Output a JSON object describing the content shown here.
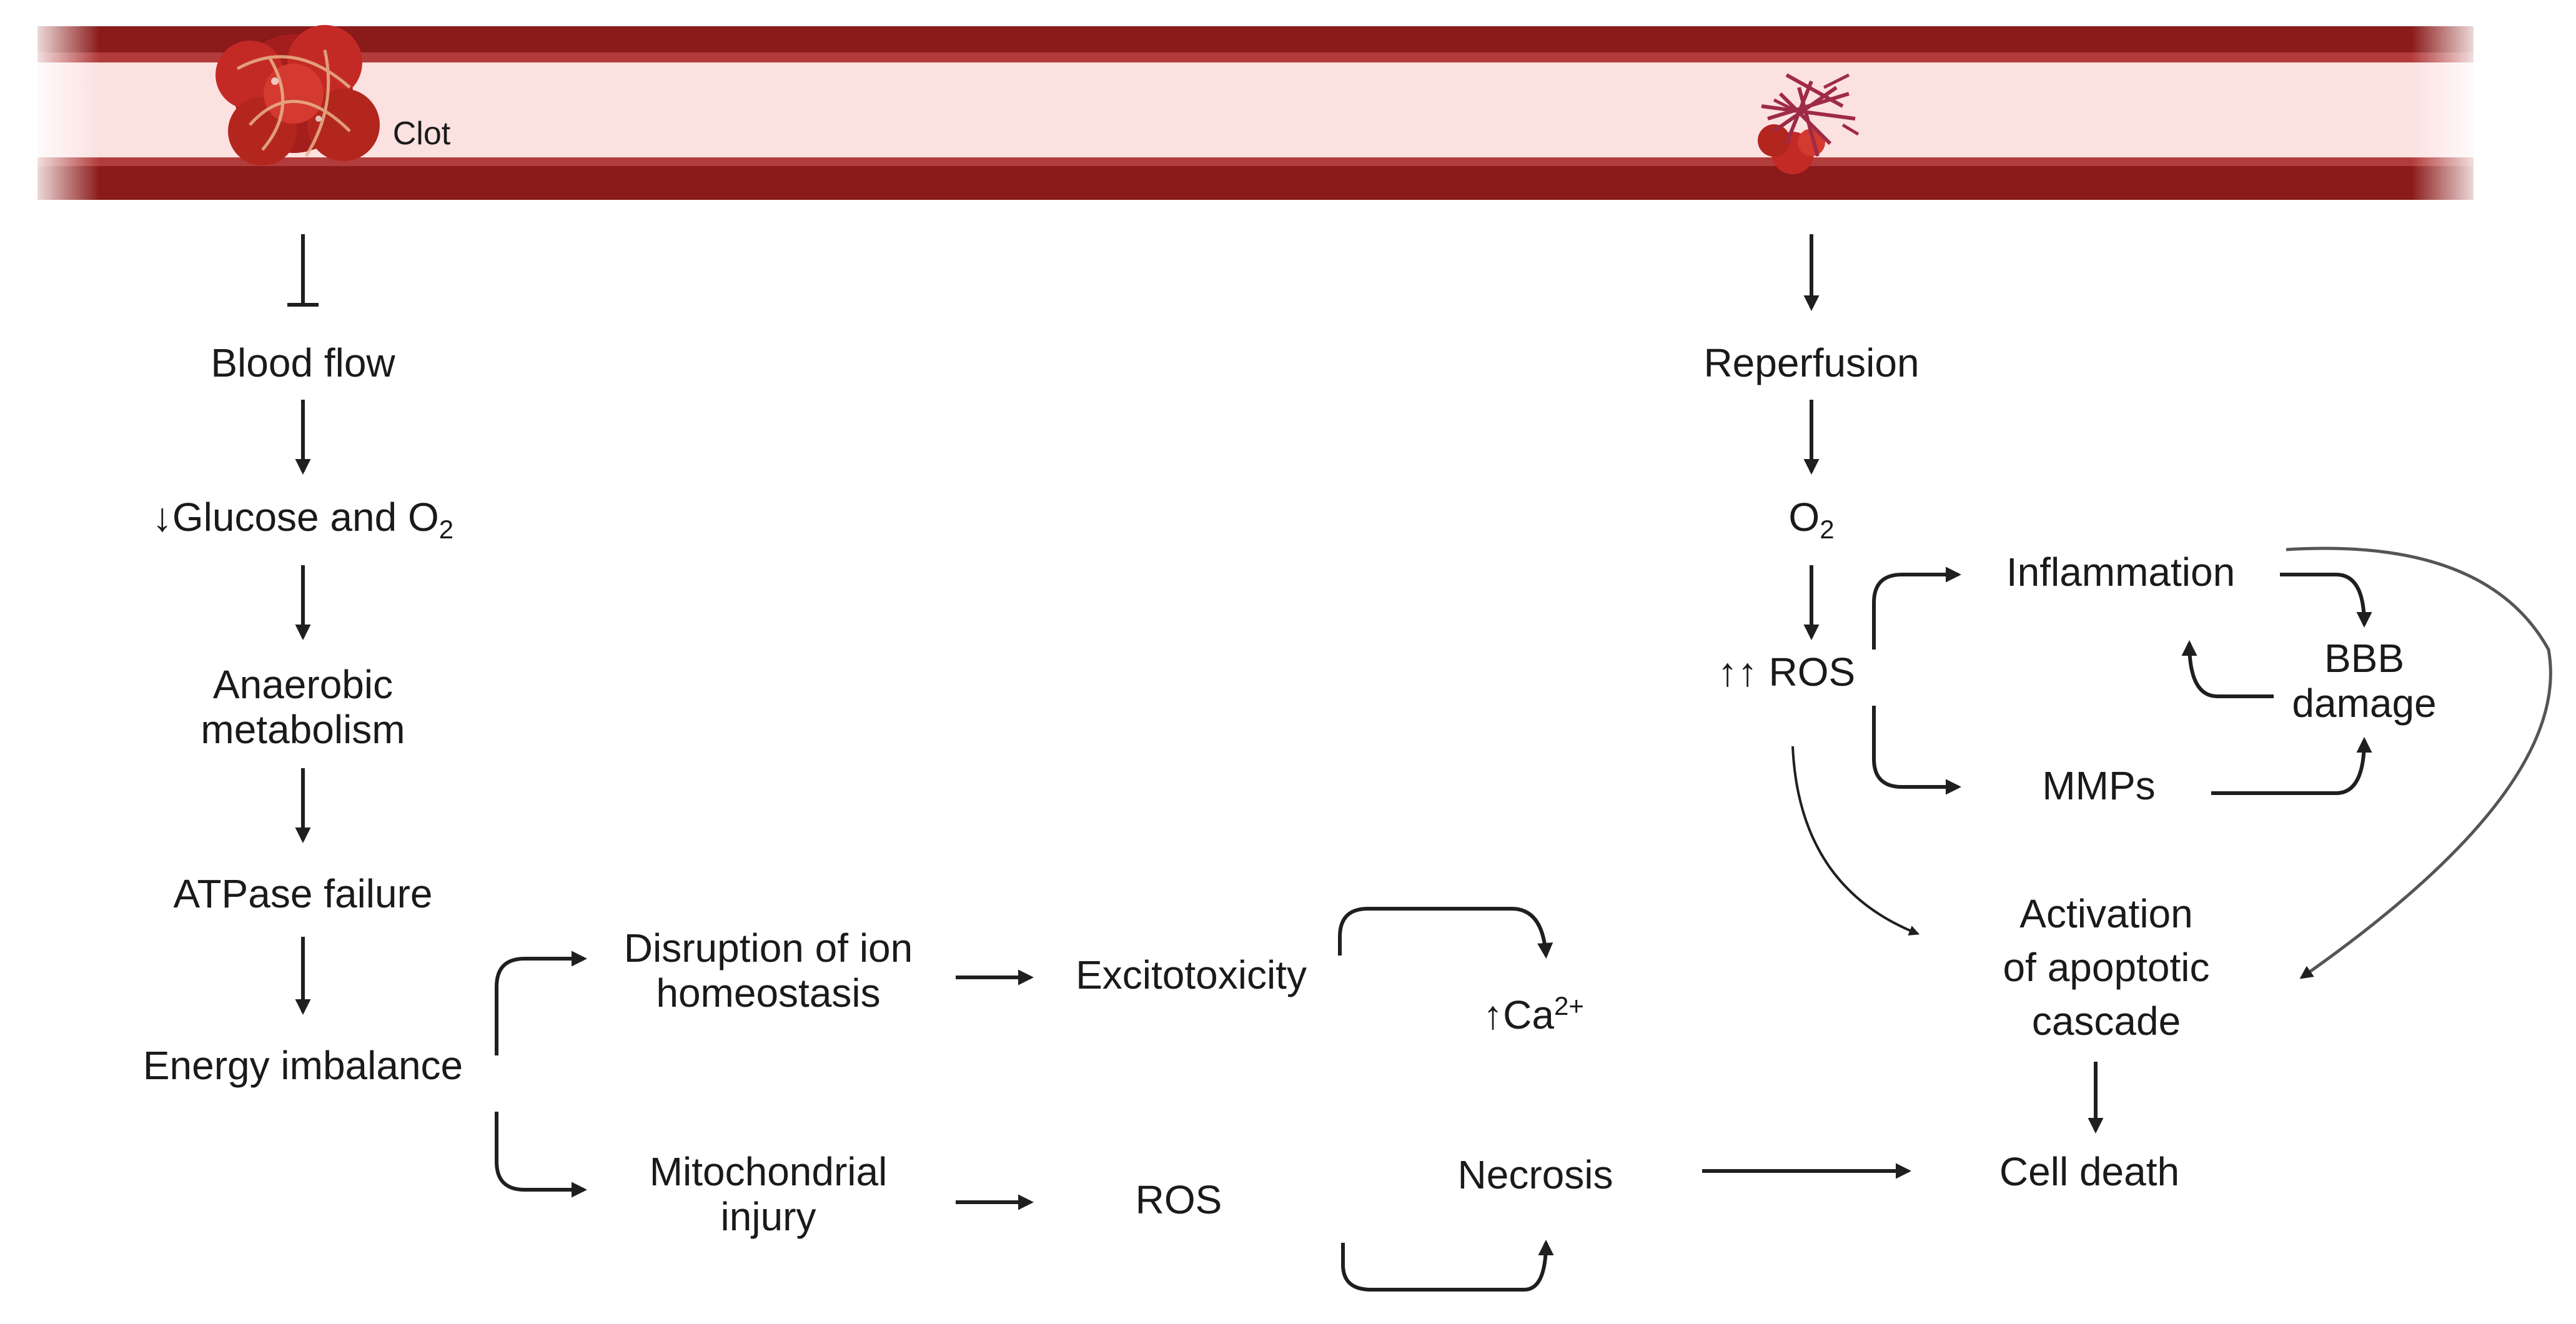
{
  "vessel": {
    "wall_color": "#8B1A1A",
    "lumen_color": "#FCE1E1",
    "clot_color": "#B3261E",
    "clot_label": "Clot"
  },
  "ischemia": {
    "blood_flow": "Blood flow",
    "glucose": {
      "arrow": "↓",
      "text": "Glucose and O",
      "sub": "2"
    },
    "anaerobic": [
      "Anaerobic",
      "metabolism"
    ],
    "atpase": "ATPase failure",
    "energy": "Energy imbalance",
    "ion": [
      "Disruption of ion",
      "homeostasis"
    ],
    "excito": "Excitotoxicity",
    "ca": {
      "arrow": "↑",
      "text": "Ca",
      "sup": "2+"
    },
    "mito": [
      "Mitochondrial",
      "injury"
    ],
    "ros": "ROS",
    "necrosis": "Necrosis"
  },
  "reperfusion": {
    "reperfusion": "Reperfusion",
    "o2": {
      "text": "O",
      "sub": "2"
    },
    "ros": {
      "arrows": "↑↑",
      "text": "ROS"
    },
    "inflammation": "Inflammation",
    "mmps": "MMPs",
    "bbb": [
      "BBB",
      "damage"
    ],
    "apoptosis": [
      "Activation",
      "of apoptotic",
      "cascade"
    ],
    "cell_death": "Cell death"
  },
  "arrow_color": "#1f1f1f"
}
